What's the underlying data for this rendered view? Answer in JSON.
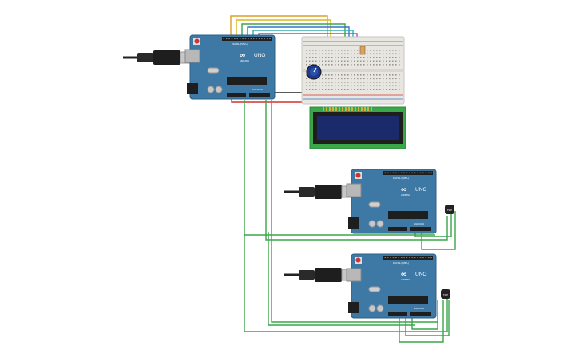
{
  "boards": {
    "main": {
      "model": "UNO",
      "brand": "ARDUINO",
      "header_left": "DIGITAL (PWM~)",
      "header_right": "ANALOG IN"
    },
    "second": {
      "model": "UNO",
      "brand": "ARDUINO",
      "header_left": "DIGITAL (PWM~)",
      "header_right": "ANALOG IN"
    },
    "third": {
      "model": "UNO",
      "brand": "ARDUINO",
      "header_left": "DIGITAL (PWM~)",
      "header_right": "ANALOG IN"
    }
  },
  "colors": {
    "board": "#3e79a6",
    "board_edge": "#2c5f86",
    "header": "#1e1e1e",
    "breadboard": "#e8e6e0",
    "lcd_pcb": "#3aa84a",
    "lcd_screen": "#1b2a6b",
    "wire_green": "#3aa54a",
    "wire_orange": "#f0a020",
    "wire_yellow": "#e0c020",
    "wire_red": "#d33030",
    "wire_brown": "#8a5a30",
    "wire_blue": "#3b6fd0",
    "wire_cyan": "#30b0b0",
    "wire_purple": "#9a50c0",
    "wire_black": "#222222",
    "usb_cable": "#222222"
  },
  "icons": [
    "usb-cable-icon",
    "arduino-uno-board",
    "breadboard",
    "potentiometer-icon",
    "lcd-16x2-display",
    "temperature-sensor-icon",
    "reset-button-icon"
  ]
}
